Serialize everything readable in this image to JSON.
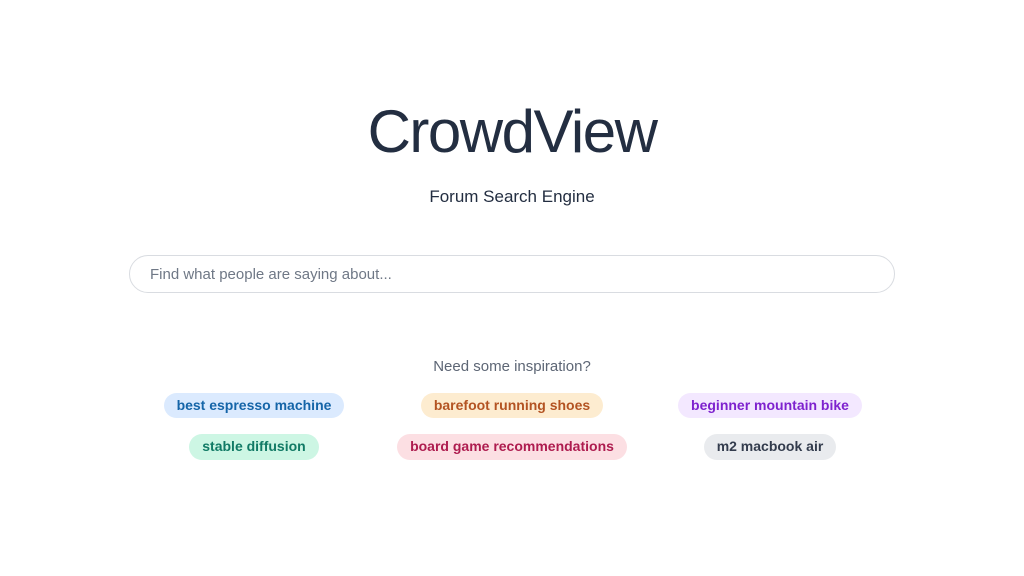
{
  "page": {
    "title": "CrowdView",
    "subtitle": "Forum Search Engine"
  },
  "search": {
    "placeholder": "Find what people are saying about..."
  },
  "inspiration": {
    "heading": "Need some inspiration?",
    "suggestions": [
      {
        "label": "best espresso machine",
        "bg": "#dbeafe",
        "color": "#1565a8"
      },
      {
        "label": "barefoot running shoes",
        "bg": "#fdecd0",
        "color": "#b35322"
      },
      {
        "label": "beginner mountain bike",
        "bg": "#f3e8ff",
        "color": "#7e22ce"
      },
      {
        "label": "stable diffusion",
        "bg": "#cdf6e4",
        "color": "#117a65"
      },
      {
        "label": "board game recommendations",
        "bg": "#fcdfe3",
        "color": "#ae1c4f"
      },
      {
        "label": "m2 macbook air",
        "bg": "#e9ebee",
        "color": "#333c4d"
      }
    ]
  },
  "colors": {
    "title_text": "#232e41",
    "muted_text": "#5d6675",
    "input_border": "#d9dce1",
    "background": "#ffffff"
  }
}
